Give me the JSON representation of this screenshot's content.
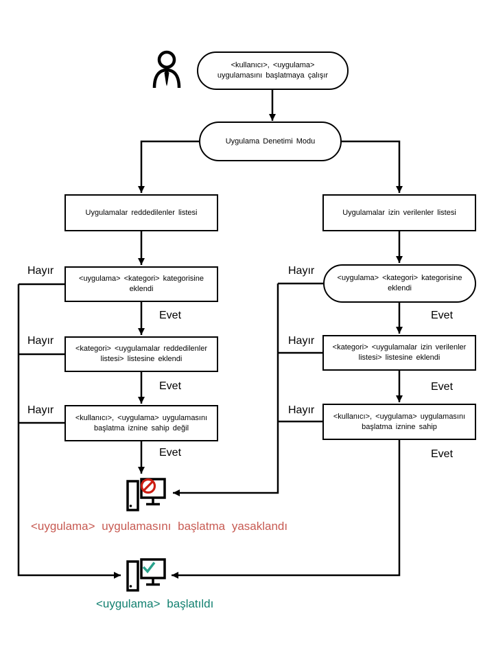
{
  "labels": {
    "no": "Hayır",
    "yes": "Evet"
  },
  "nodes": {
    "start": "<kullanıcı>, <uygulama> uygulamasını başlatmaya çalışır",
    "mode": "Uygulama Denetimi Modu",
    "denylist": "Uygulamalar reddedilenler listesi",
    "allowlist": "Uygulamalar izin verilenler listesi",
    "deny_category": "<uygulama> <kategori> kategorisine eklendi",
    "allow_category": "<uygulama> <kategori> kategorisine eklendi",
    "deny_list_added": "<kategori> <uygulamalar reddedilenler listesi> listesine eklendi",
    "allow_list_added": "<kategori> <uygulamalar izin verilenler listesi> listesine eklendi",
    "no_permission": "<kullanıcı>, <uygulama> uygulamasını başlatma iznine sahip değil",
    "has_permission": "<kullanıcı>, <uygulama> uygulamasını başlatma iznine sahip"
  },
  "outcomes": {
    "blocked": "<uygulama> uygulamasını başlatma yasaklandı",
    "started": "<uygulama> başlatıldı"
  },
  "icons": {
    "user": "user-icon",
    "blocked_pc": "computer-blocked-icon",
    "started_pc": "computer-started-icon"
  },
  "colors": {
    "line": "#000000",
    "blocked_text": "#c75a52",
    "started_text": "#128070",
    "prohibition_sign": "#cc1d12",
    "check_mark": "#2aa38d"
  }
}
